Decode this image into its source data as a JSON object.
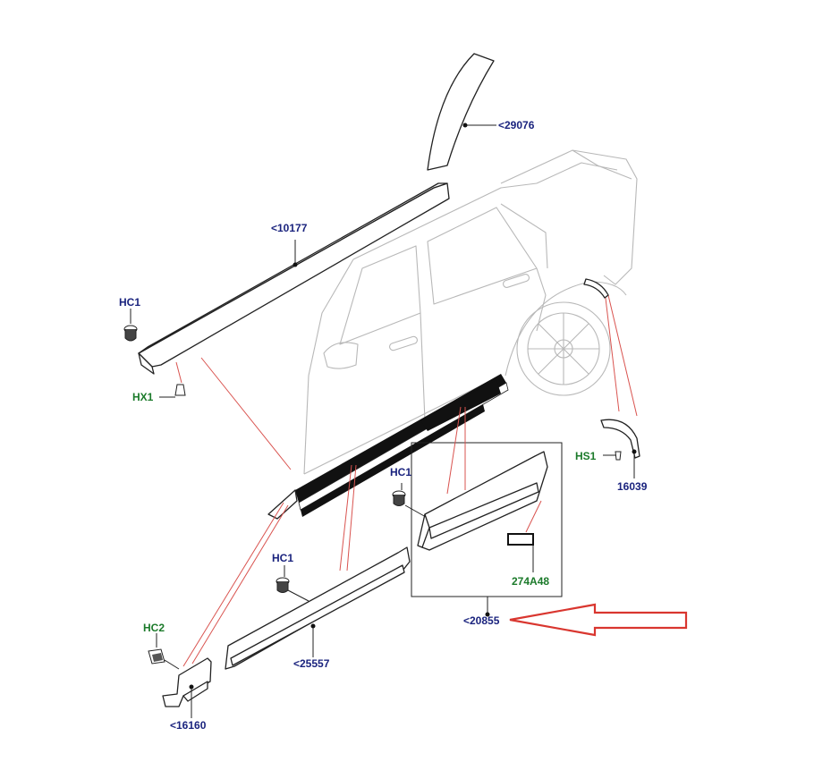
{
  "labels": {
    "p29076": "<29076",
    "p10177": "<10177",
    "hc1_a": "HC1",
    "hx1": "HX1",
    "hc1_b": "HC1",
    "hs1": "HS1",
    "p16039": "16039",
    "p274a48": "274A48",
    "hc1_c": "HC1",
    "p20855": "<20855",
    "hc2": "HC2",
    "p25557": "<25557",
    "p16160": "<16160"
  },
  "colors": {
    "part_number": "#1a237e",
    "fixing_code": "#1b7a2a",
    "arrow": "#d9362f",
    "vehicle_outline": "#b8b8b8"
  }
}
